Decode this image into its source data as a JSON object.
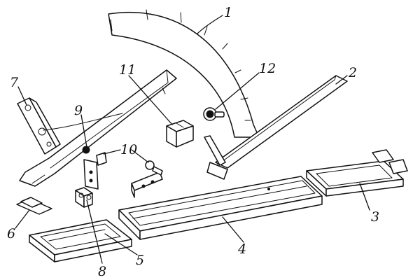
{
  "diagram": {
    "callouts": [
      {
        "id": "1",
        "text": "1"
      },
      {
        "id": "2",
        "text": "2"
      },
      {
        "id": "3",
        "text": "3"
      },
      {
        "id": "4",
        "text": "4"
      },
      {
        "id": "5",
        "text": "5"
      },
      {
        "id": "6",
        "text": "6"
      },
      {
        "id": "7",
        "text": "7"
      },
      {
        "id": "8",
        "text": "8"
      },
      {
        "id": "9",
        "text": "9"
      },
      {
        "id": "10",
        "text": "10"
      },
      {
        "id": "11",
        "text": "11"
      },
      {
        "id": "12",
        "text": "12"
      }
    ]
  }
}
